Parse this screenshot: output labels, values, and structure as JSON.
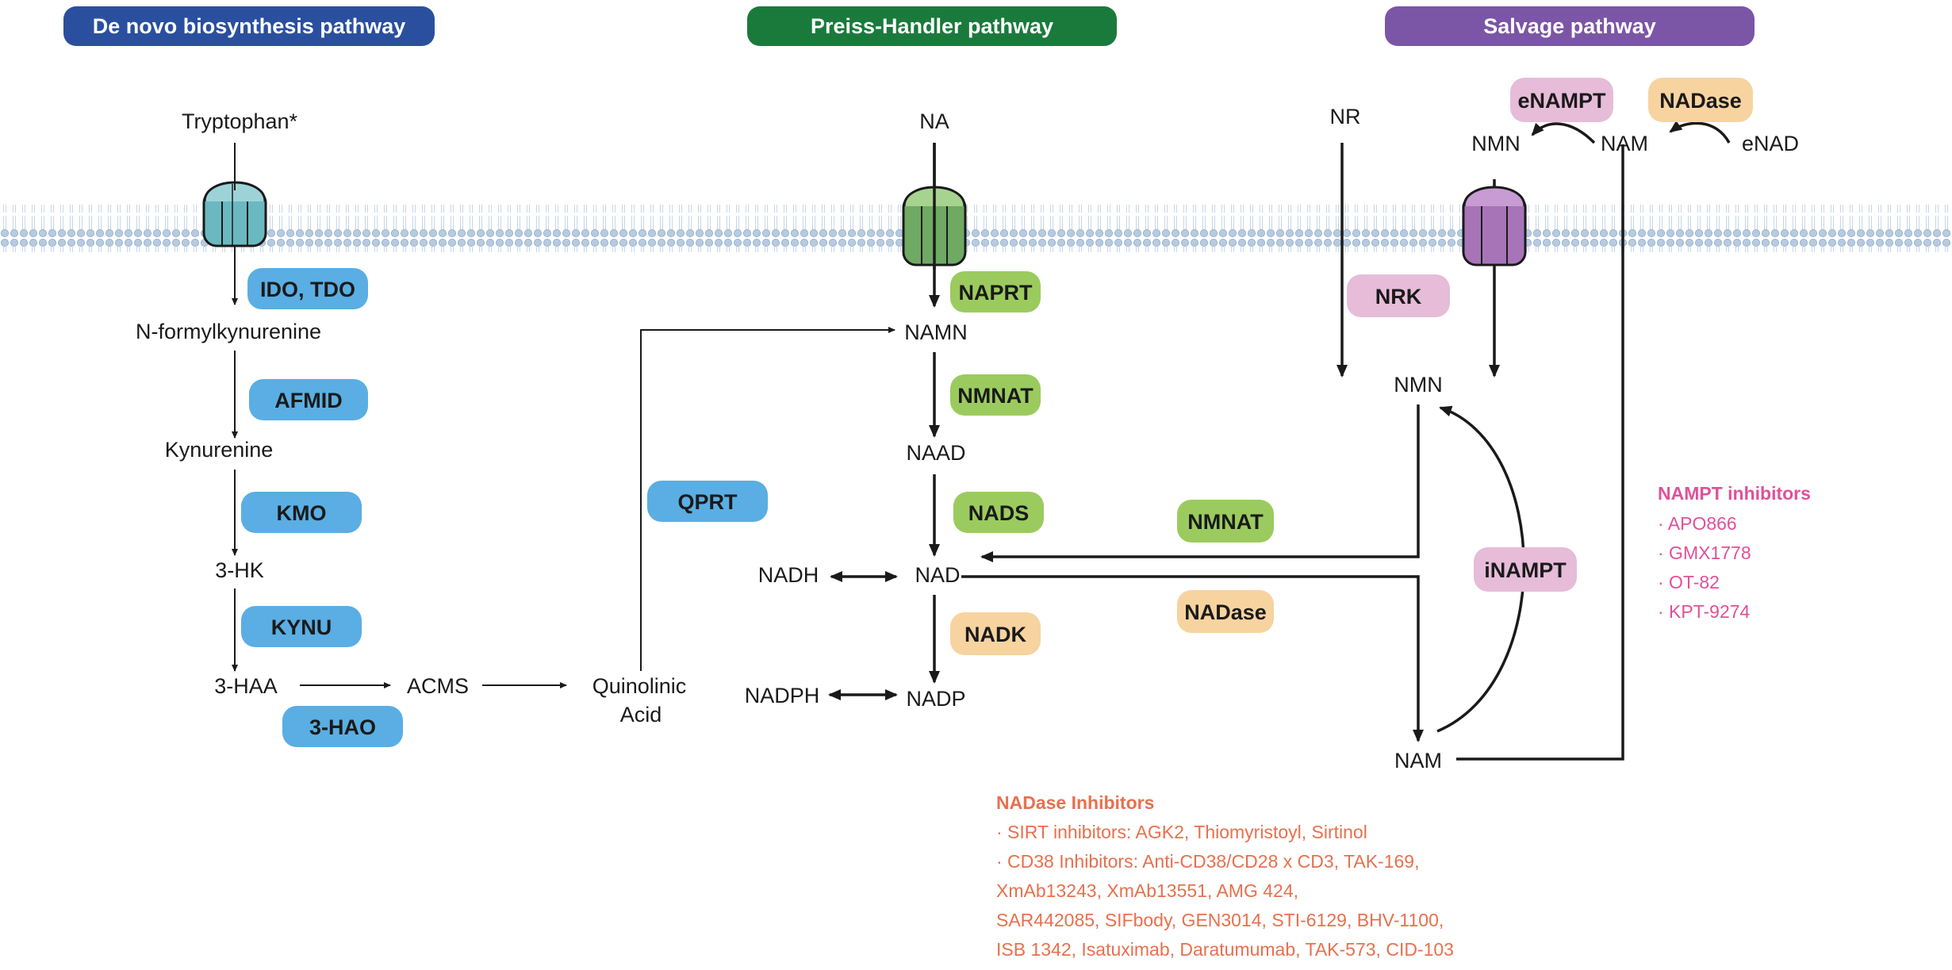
{
  "headers": {
    "denovo": "De novo biosynthesis pathway",
    "preiss": "Preiss-Handler pathway",
    "salvage": "Salvage pathway"
  },
  "metabolites": {
    "tryptophan": "Tryptophan*",
    "nfk": "N-formylkynurenine",
    "kynurenine": "Kynurenine",
    "hk3": "3-HK",
    "haa3": "3-HAA",
    "acms": "ACMS",
    "quin1": "Quinolinic",
    "quin2": "Acid",
    "na": "NA",
    "namn": "NAMN",
    "naad": "NAAD",
    "nad": "NAD",
    "nadh": "NADH",
    "nadp": "NADP",
    "nadph": "NADPH",
    "nr": "NR",
    "nmn_out": "NMN",
    "nam_out": "NAM",
    "enad": "eNAD",
    "nmn_in": "NMN",
    "nam_in": "NAM"
  },
  "enzymes": {
    "ido_tdo": "IDO, TDO",
    "afmid": "AFMID",
    "kmo": "KMO",
    "kynu": "KYNU",
    "hao3": "3-HAO",
    "qprt": "QPRT",
    "naprt": "NAPRT",
    "nmnat_ph": "NMNAT",
    "nads": "NADS",
    "nadk": "NADK",
    "nmnat_salv": "NMNAT",
    "nadase_mid": "NADase",
    "nrk": "NRK",
    "inampt": "iNAMPT",
    "enampt": "eNAMPT",
    "nadase_top": "NADase"
  },
  "nadase_inhibitors": {
    "title": "NADase Inhibitors",
    "lines": [
      "· SIRT inhibitors: AGK2, Thiomyristoyl, Sirtinol",
      "· CD38 Inhibitors: Anti-CD38/CD28 x CD3, TAK-169,",
      "XmAb13243, XmAb13551, AMG 424,",
      "SAR442085, SIFbody, GEN3014, STI-6129, BHV-1100,",
      "ISB 1342, Isatuximab, Daratumumab, TAK-573, CID-103"
    ]
  },
  "nampt_inhibitors": {
    "title": "NAMPT inhibitors",
    "items": [
      "· APO866",
      "· GMX1778",
      "· OT-82",
      "· KPT-9274"
    ]
  },
  "colors": {
    "header_denovo": "#2a4f9e",
    "header_preiss": "#1a7a3c",
    "header_salvage": "#7b55a6",
    "enzyme_blue": "#5aaee3",
    "enzyme_green": "#9bcb5e",
    "enzyme_orange": "#f7d3a0",
    "enzyme_pink": "#e6bcd9",
    "channel_teal": "#6ab9c0",
    "channel_green": "#6fa963",
    "channel_purple": "#a774b8",
    "membrane": "#b7cbe0",
    "inhibitor_red": "#e8704d",
    "inhibitor_pink": "#e0509a"
  },
  "icons": [
    "membrane-transporter-icon"
  ]
}
